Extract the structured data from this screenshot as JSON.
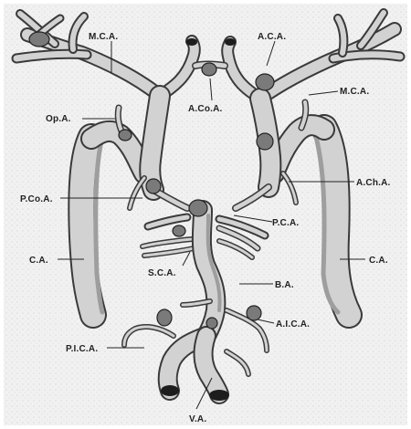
{
  "diagram": {
    "labels": {
      "mca_left": "M.C.A.",
      "aca": "A.C.A.",
      "mca_right": "M.C.A.",
      "acoa": "A.Co.A.",
      "opa": "Op.A.",
      "pcoa": "P.Co.A.",
      "acha": "A.Ch.A.",
      "pca": "P.C.A.",
      "ca_left": "C.A.",
      "ca_right": "C.A.",
      "sca": "S.C.A.",
      "ba": "B.A.",
      "aica": "A.I.C.A.",
      "pica": "P.I.C.A.",
      "va": "V.A."
    },
    "colors": {
      "background": "#eeeeee",
      "vessel_fill": "#c9c9c9",
      "vessel_outline": "#3a3a3a",
      "aneurysm": "#7a7a7a"
    }
  }
}
